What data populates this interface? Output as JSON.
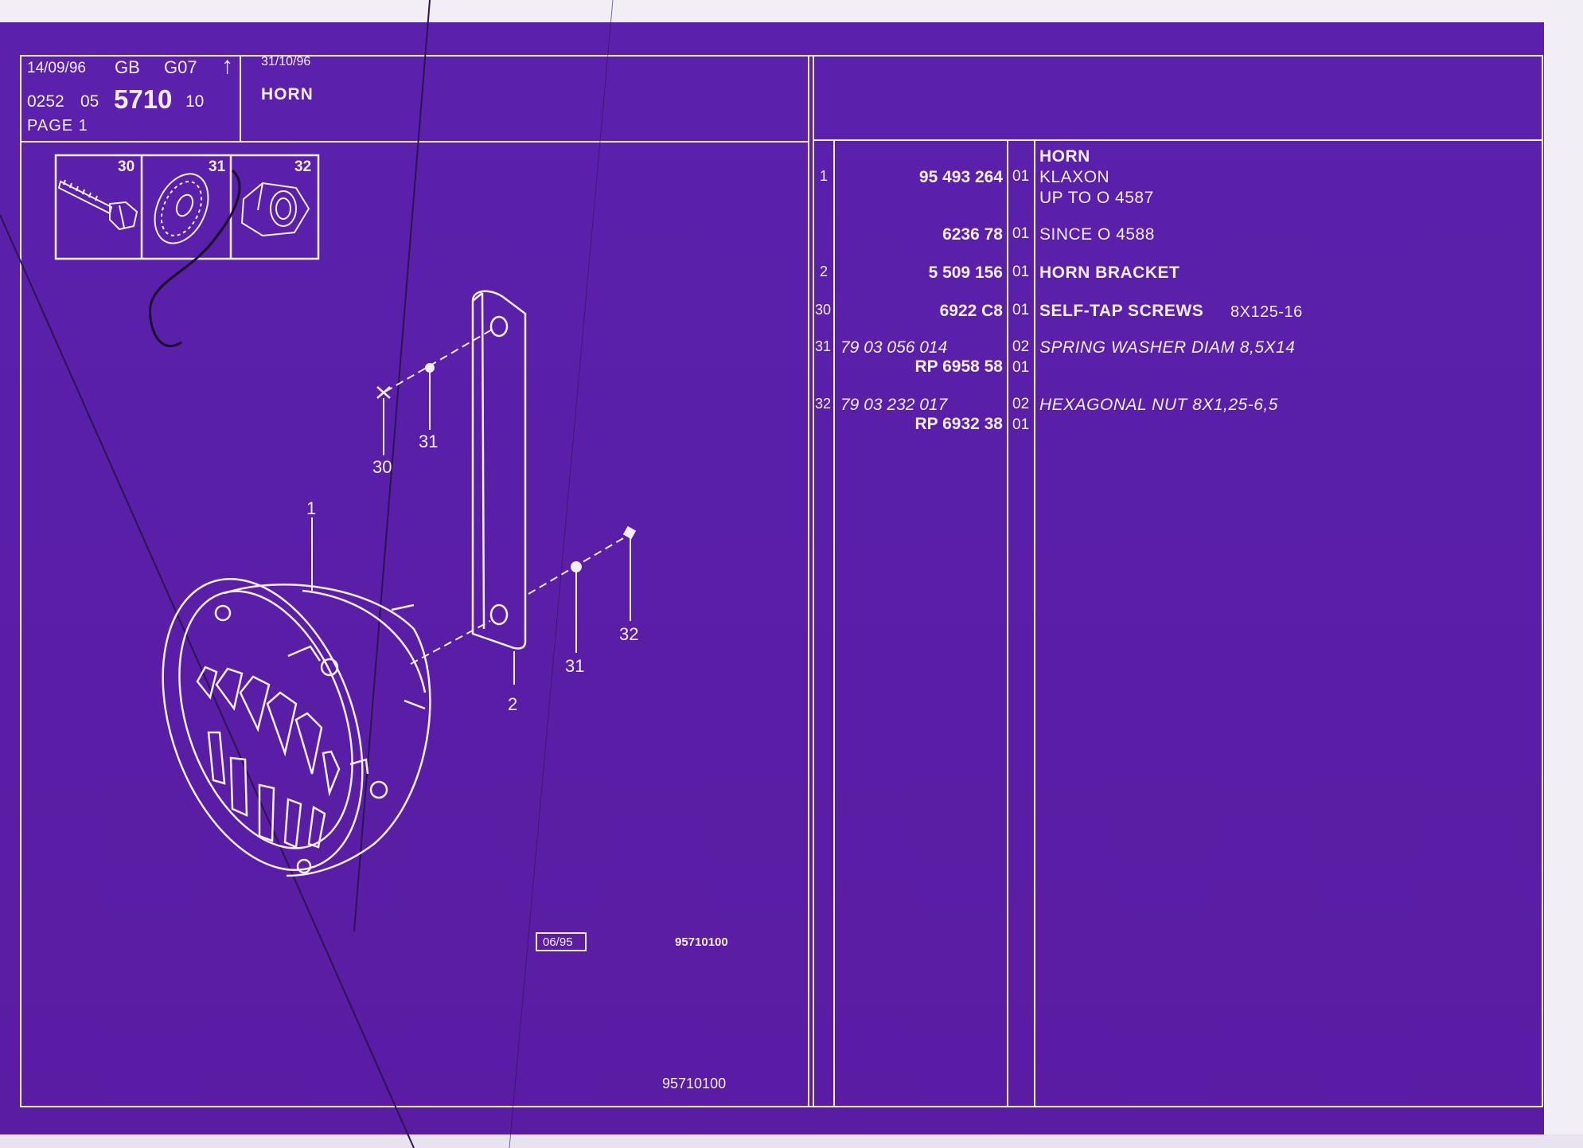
{
  "header": {
    "date": "14/09/96",
    "lang": "GB",
    "group": "G07",
    "arrow": "↑",
    "ref_prefix": "0252",
    "ref_sub": "05",
    "ref_main": "5710",
    "ref_suffix": "10",
    "page": "PAGE 1",
    "update_date": "31/10/96",
    "title": "HORN"
  },
  "hardware_boxes": [
    {
      "no": "30",
      "icon": "screw-icon"
    },
    {
      "no": "31",
      "icon": "serrated-washer-icon"
    },
    {
      "no": "32",
      "icon": "hex-nut-icon"
    }
  ],
  "callouts": {
    "c30": "30",
    "c31a": "31",
    "c1": "1",
    "c2": "2",
    "c31b": "31",
    "c32": "32"
  },
  "footer": {
    "revision": "06/95",
    "drawing_no": "95710100",
    "sheet_no": "95710100"
  },
  "parts": [
    {
      "pos": "1",
      "ref": "95 493 264",
      "qty": "01",
      "desc_bold": "HORN",
      "desc_lines": [
        "KLAXON",
        "UP TO O 4587"
      ]
    },
    {
      "pos": "",
      "ref": "6236 78",
      "qty": "01",
      "desc_lines": [
        "SINCE O 4588"
      ]
    },
    {
      "pos": "2",
      "ref": "5 509 156",
      "qty": "01",
      "desc_bold": "HORN BRACKET"
    },
    {
      "pos": "30",
      "ref": "6922 C8",
      "qty": "01",
      "desc_bold": "SELF-TAP SCREWS",
      "desc_extra": "8X125-16"
    },
    {
      "pos": "31",
      "ref_it": "79 03 056 014",
      "qty": "02",
      "desc_it": "SPRING WASHER DIAM 8,5X14",
      "ref2": "RP 6958 58",
      "qty2": "01"
    },
    {
      "pos": "32",
      "ref_it": "79 03 232 017",
      "qty": "02",
      "desc_it": "HEXAGONAL NUT 8X1,25-6,5",
      "ref2": "RP 6932 38",
      "qty2": "01"
    }
  ],
  "colors": {
    "background": "#5a1fa8",
    "lines": "#f4eefc"
  }
}
